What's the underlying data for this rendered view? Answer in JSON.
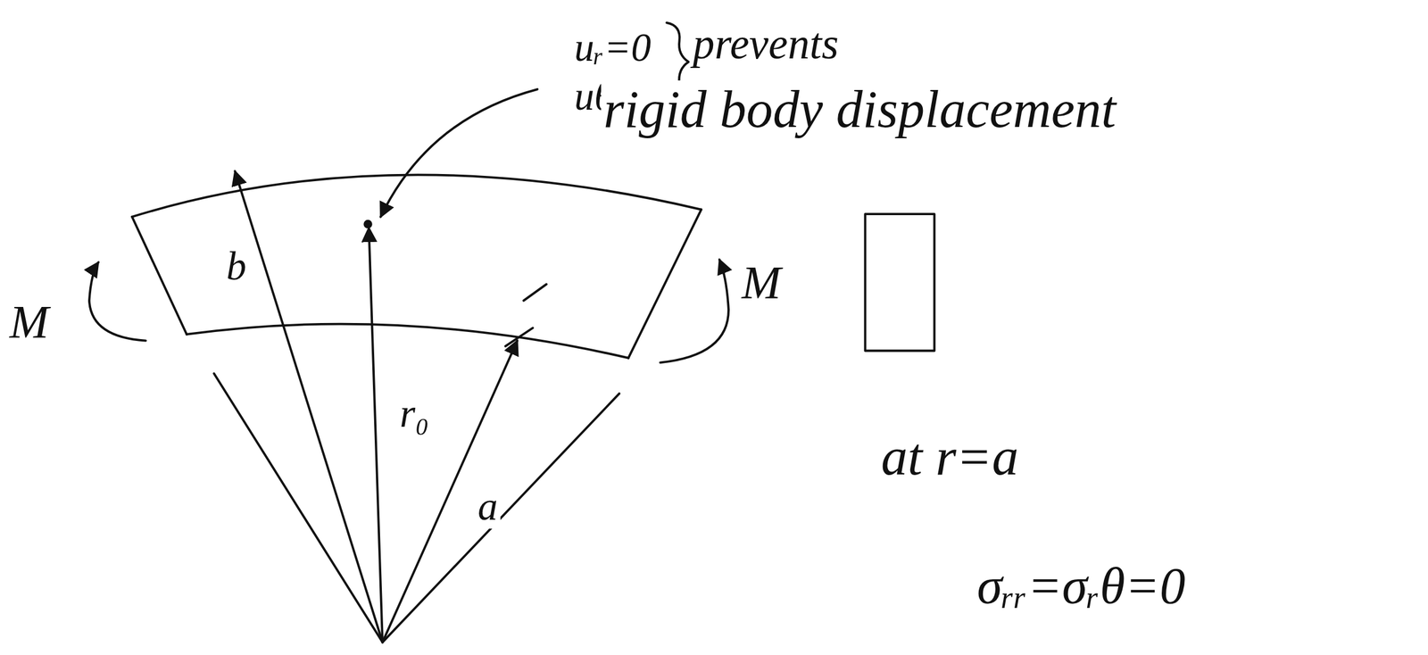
{
  "diagram": {
    "labels": [
      "uᵣ=0",
      "uθ=0",
      "prevents",
      "rigid body displacement",
      "M",
      "M",
      "b",
      "r₀",
      "a",
      "at r=a",
      "σᵣᵣ=σᵣθ=0"
    ]
  }
}
